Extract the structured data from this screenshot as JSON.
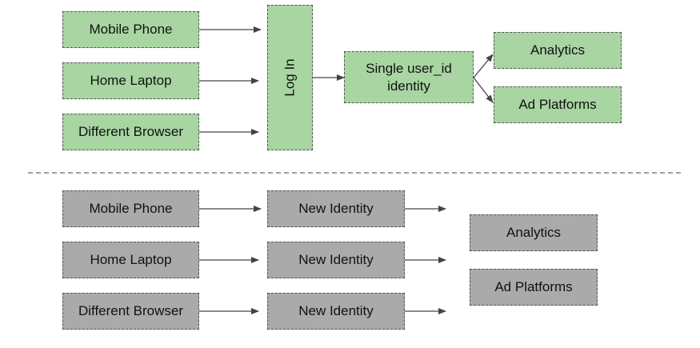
{
  "top": {
    "devices": [
      "Mobile Phone",
      "Home Laptop",
      "Different Browser"
    ],
    "login_label": "Log In",
    "identity_label_line1": "Single user_id",
    "identity_label_line2": "identity",
    "destinations": [
      "Analytics",
      "Ad Platforms"
    ]
  },
  "bottom": {
    "devices": [
      "Mobile Phone",
      "Home Laptop",
      "Different Browser"
    ],
    "identities": [
      "New Identity",
      "New Identity",
      "New Identity"
    ],
    "destinations": [
      "Analytics",
      "Ad Platforms"
    ]
  },
  "colors": {
    "green_fill": "#a8d5a2",
    "gray_fill": "#aaaaaa",
    "arrow": "#444444",
    "separator": "#666666"
  }
}
